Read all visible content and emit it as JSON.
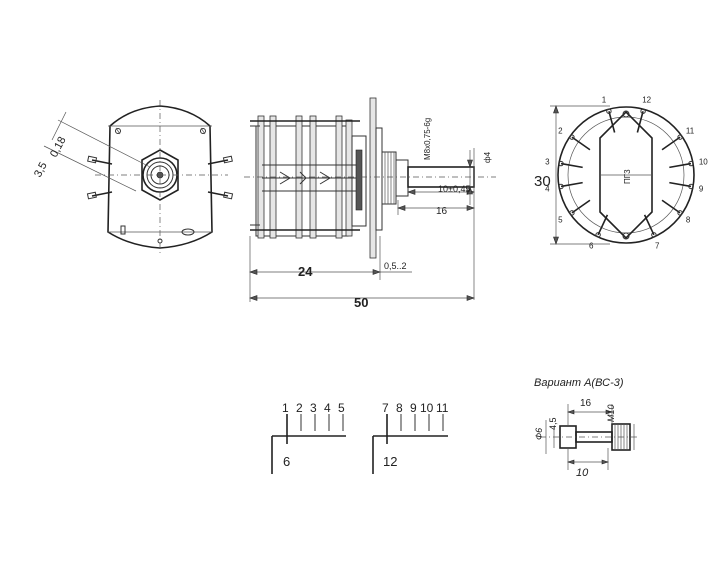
{
  "front_view": {
    "dim_diag": "3,5",
    "dim_diag2": "0,18"
  },
  "side_view": {
    "thread": "M8x0,75-6g",
    "shaft_dia": "ф4",
    "shaft_len": "10±0,45",
    "dim_16": "16",
    "dim_24": "24",
    "dim_gap": "0,5..2",
    "dim_50": "50"
  },
  "rear_view": {
    "height": "30",
    "terminals": [
      "1",
      "2",
      "3",
      "4",
      "5",
      "6",
      "7",
      "8",
      "9",
      "10",
      "11",
      "12"
    ],
    "center_label": "ПГ3"
  },
  "schematic": {
    "group1_positions": [
      "1",
      "2",
      "3",
      "4",
      "5"
    ],
    "group1_common": "6",
    "group2_positions": [
      "7",
      "8",
      "9",
      "10",
      "11"
    ],
    "group2_common": "12"
  },
  "variant": {
    "title": "Вариант А(ВС-3)",
    "dim_16": "16",
    "dim_m10": "M10",
    "dim_phi6": "Ф6",
    "dim_45": "4,5",
    "dim_10": "10"
  }
}
